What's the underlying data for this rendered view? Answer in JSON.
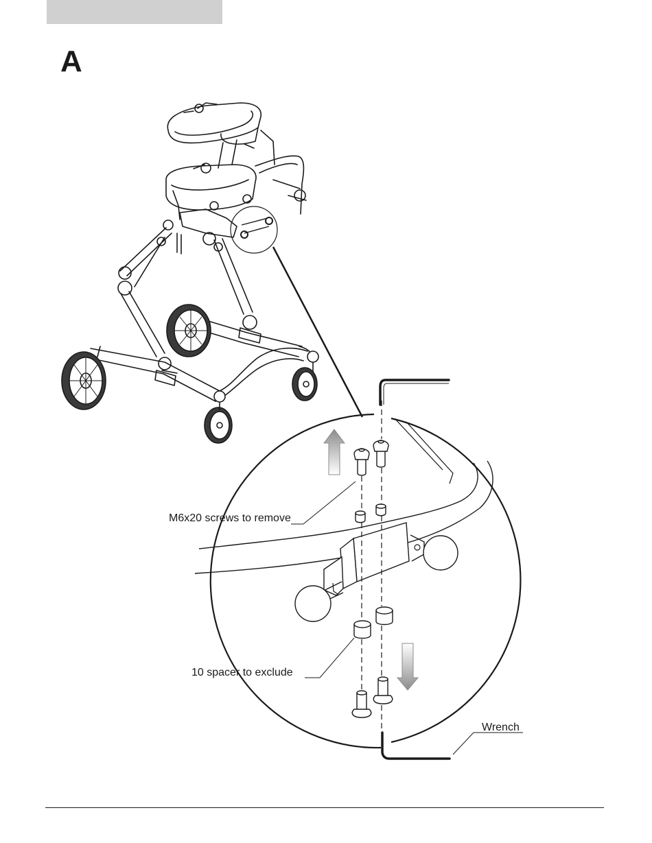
{
  "page": {
    "step_letter": "A"
  },
  "callouts": {
    "screws": "M6x20 screws to remove",
    "spacer": "10 spacer to exclude",
    "wrench": "Wrench"
  },
  "colors": {
    "line": "#1a1a1a",
    "header_bar": "#d0d0d0",
    "arrow_fill": "#9a9a9a",
    "tire": "#3a3a3a"
  },
  "icons": {
    "up_arrow": "arrow-up-icon",
    "down_arrow": "arrow-down-icon"
  }
}
